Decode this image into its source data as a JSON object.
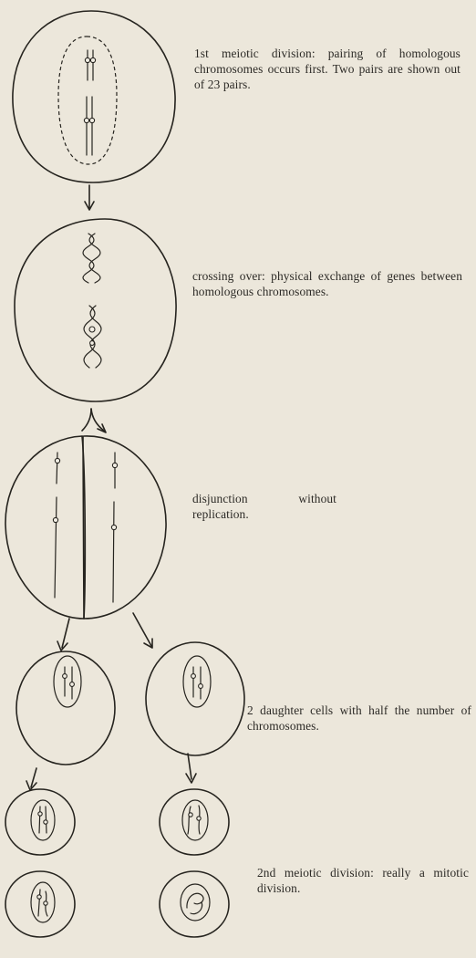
{
  "captions": {
    "stage1": "1st meiotic division: pairing of homologous chromosomes occurs first. Two pairs are shown out of 23 pairs.",
    "stage2": "crossing over: physical exchange of genes between homologous chromosomes.",
    "stage3": "disjunction without replication.",
    "stage4": "2 daughter cells with half the number of chromosomes.",
    "stage5": "2nd meiotic division: really a mitotic division."
  }
}
